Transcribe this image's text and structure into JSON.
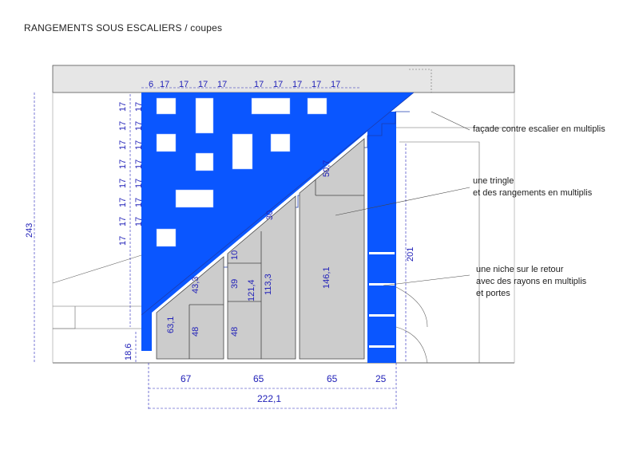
{
  "title": "RANGEMENTS SOUS ESCALIERS / coupes",
  "annotations": {
    "facade": "façade contre escalier en multiplis",
    "tringle_line1": "une tringle",
    "tringle_line2": "et des rangements en multiplis",
    "niche_line1": "une niche sur le retour",
    "niche_line2": "avec des rayons en multiplis",
    "niche_line3": "et portes"
  },
  "dimensions": {
    "top_left": "6",
    "top_17": "17",
    "left_17": "17",
    "height_total": "243",
    "height_niche": "201",
    "base_186": "18,6",
    "h_631": "63,1",
    "h_433": "43,3",
    "h_48": "48",
    "h_10": "10",
    "h_39": "39",
    "h_1214": "121,4",
    "h_1133": "113,3",
    "h_30": "30",
    "h_507": "50,7",
    "h_1461": "146,1",
    "w_67": "67",
    "w_65": "65",
    "w_25": "25",
    "w_total": "222,1"
  },
  "colors": {
    "blue": "#0a56ff",
    "dim_blue": "#2121b8",
    "grey_fill": "#cccccc",
    "wall_fill": "#e6e6e6"
  }
}
